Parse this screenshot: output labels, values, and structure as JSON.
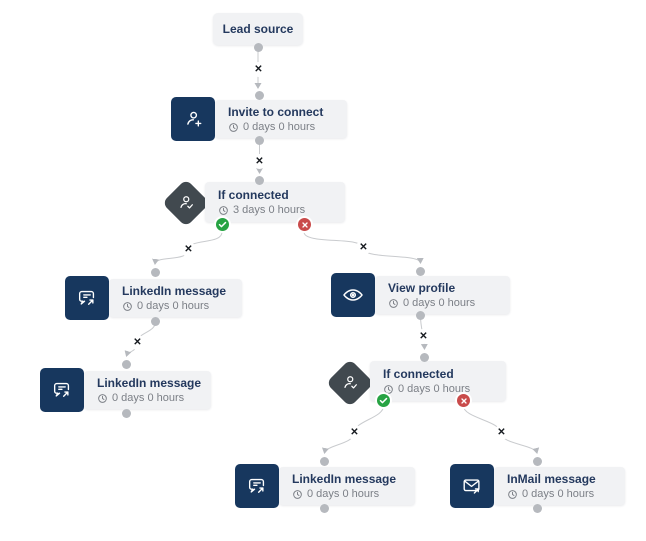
{
  "flow": {
    "nodes": [
      {
        "id": "lead-source",
        "type": "source",
        "title": "Lead source"
      },
      {
        "id": "invite-to-connect",
        "type": "action",
        "icon": "person-add-icon",
        "title": "Invite to connect",
        "delay": "0 days 0 hours"
      },
      {
        "id": "if-connected-1",
        "type": "condition",
        "icon": "person-check-icon",
        "title": "If connected",
        "delay": "3 days 0 hours",
        "branch_yes": "connected",
        "branch_no": "not-connected"
      },
      {
        "id": "linkedin-message-1",
        "type": "action",
        "icon": "chat-message-icon",
        "title": "LinkedIn message",
        "delay": "0 days 0 hours"
      },
      {
        "id": "linkedin-message-2",
        "type": "action",
        "icon": "chat-message-icon",
        "title": "LinkedIn message",
        "delay": "0 days 0 hours"
      },
      {
        "id": "view-profile",
        "type": "action",
        "icon": "eye-icon",
        "title": "View profile",
        "delay": "0 days 0 hours"
      },
      {
        "id": "if-connected-2",
        "type": "condition",
        "icon": "person-check-icon",
        "title": "If connected",
        "delay": "0 days 0 hours",
        "branch_yes": "connected",
        "branch_no": "not-connected"
      },
      {
        "id": "linkedin-message-3",
        "type": "action",
        "icon": "chat-message-icon",
        "title": "LinkedIn message",
        "delay": "0 days 0 hours"
      },
      {
        "id": "inmail-message",
        "type": "action",
        "icon": "mail-send-icon",
        "title": "InMail message",
        "delay": "0 days 0 hours"
      }
    ],
    "ui": {
      "delete_edge_glyph": "✕"
    },
    "colors": {
      "canvas_bg": "#ffffff",
      "node_bg": "#f1f2f4",
      "icon_navy": "#17375e",
      "condition_gray": "#41494f",
      "title_text": "#24395e",
      "muted_text": "#7b7f86",
      "edge": "#c9cbce",
      "handle": "#b6b9be",
      "success_green": "#27a343",
      "danger_red": "#c94b4b"
    }
  }
}
